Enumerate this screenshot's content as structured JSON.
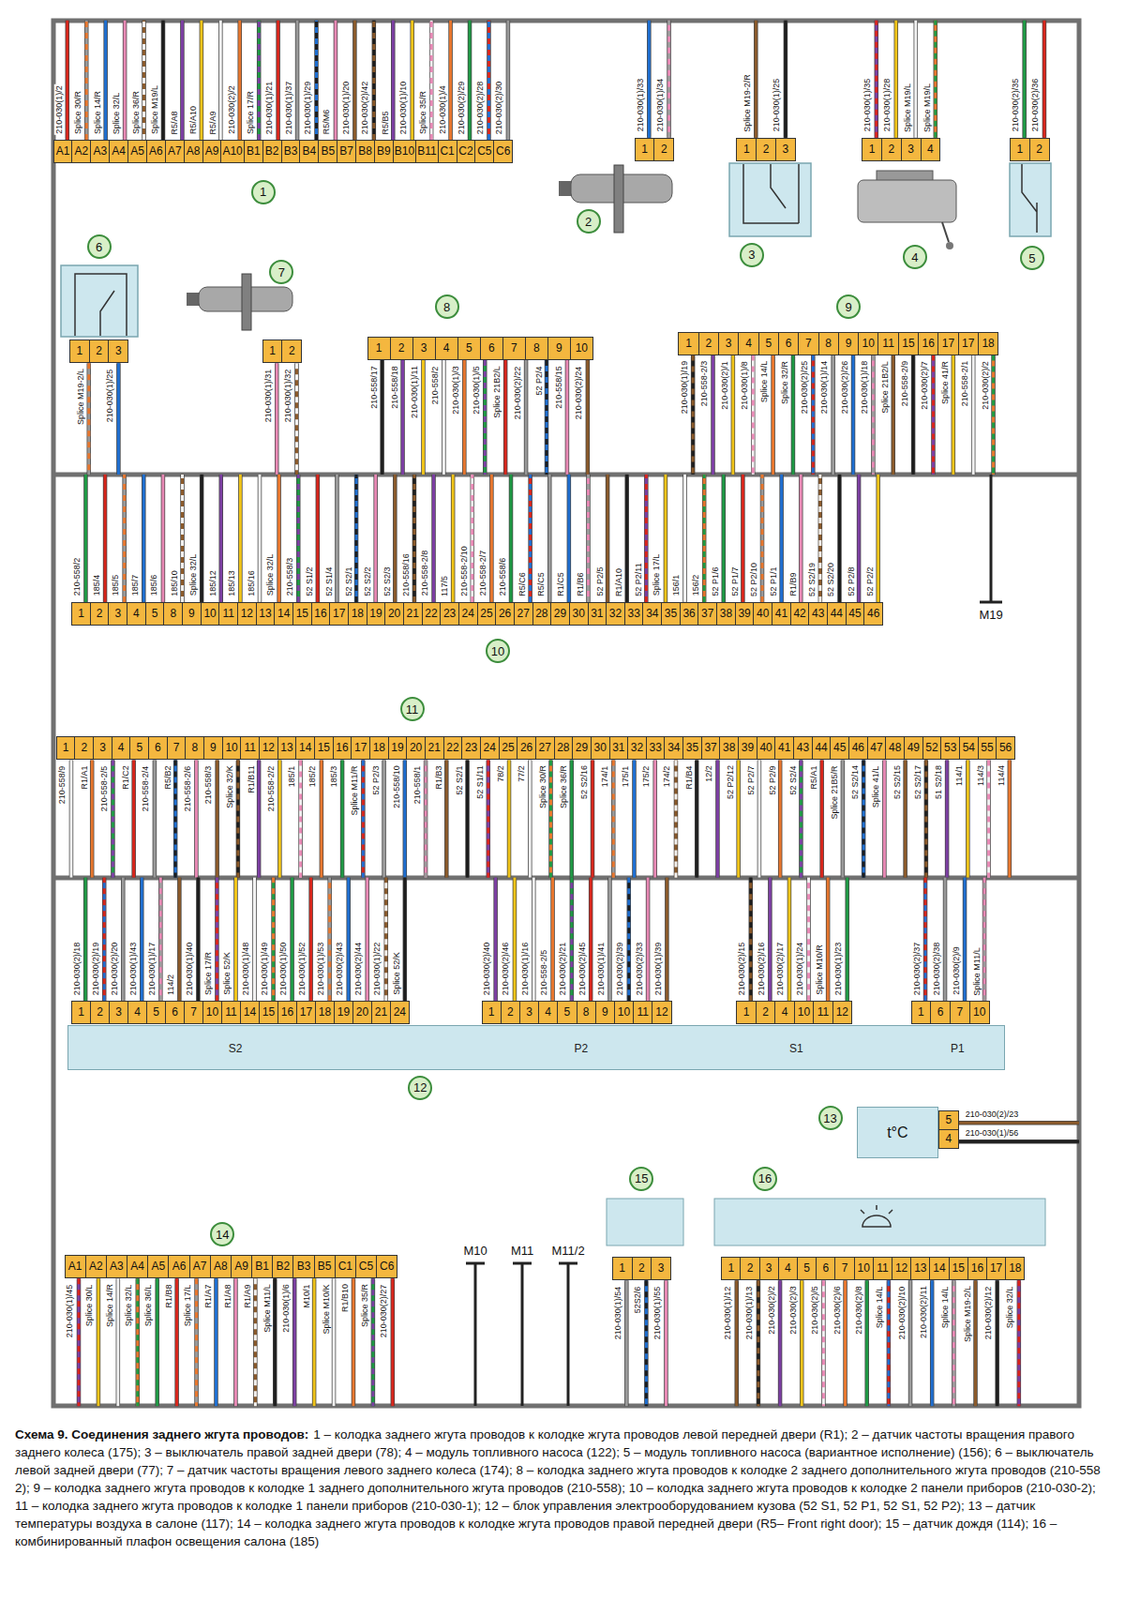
{
  "diagram": {
    "title": "Схема 9. Соединения заднего жгута проводов:",
    "caption": "1 – колодка заднего жгута проводов к колодке жгута проводов левой передней двери (R1); 2 – датчик частоты вращения правого заднего колеса (175); 3 – выключатель правой задней двери (78); 4 – модуль топливного насоса (122); 5 – модуль топливного насоса (вариантное исполнение) (156); 6 – выключатель левой задней двери (77); 7 – датчик частоты вращения левого заднего колеса (174); 8 – колодка заднего жгута проводов к колодке 2 заднего дополнительного жгута проводов (210-558 2); 9 – колодка заднего жгута проводов к колодке 1 заднего дополнительного жгута проводов (210-558); 10 – колодка заднего жгута проводов к колодке 2 панели приборов (210-030-2); 11 – колодка заднего жгута проводов к колодке 1 панели приборов (210-030-1); 12 – блок управления электрооборудованием кузова (52 S1, 52 P1, 52 S1, 52 P2); 13 – датчик температуры воздуха в салоне (117); 14 – колодка заднего жгута проводов к колодке жгута проводов правой передней двери (R5– Front right door); 15 – датчик дождя (114); 16 – комбинированный плафон освещения салона (185)",
    "nodes": [
      {
        "text": [
          "A1",
          "A2",
          "A3",
          "A4",
          "A5",
          "A6",
          "A7",
          "A8",
          "A9",
          "A10",
          "B1",
          "B2",
          "B3",
          "B4",
          "B5",
          "B7",
          "B8",
          "B9",
          "B10",
          "B11",
          "C1",
          "C2",
          "C5",
          "C6"
        ]
      },
      {
        "text": [
          "1"
        ]
      },
      {
        "text": [
          "1",
          "2"
        ]
      },
      {
        "text": [
          "2"
        ]
      },
      {
        "text": [
          "1",
          "2",
          "3"
        ]
      },
      {
        "text": [
          "3"
        ]
      },
      {
        "text": [
          "1",
          "2",
          "3",
          "4"
        ]
      },
      {
        "text": [
          "4"
        ]
      },
      {
        "text": [
          "1",
          "2"
        ]
      },
      {
        "text": [
          "5"
        ]
      },
      {
        "text": [
          "6"
        ]
      },
      {
        "text": [
          "1",
          "2",
          "3"
        ]
      },
      {
        "text": [
          "7"
        ]
      },
      {
        "text": [
          "1",
          "2"
        ]
      },
      {
        "text": [
          "8"
        ]
      },
      {
        "text": [
          "1",
          "2",
          "3",
          "4",
          "5",
          "6",
          "7",
          "8",
          "9",
          "10"
        ]
      },
      {
        "text": [
          "9"
        ]
      },
      {
        "text": [
          "1",
          "2",
          "3",
          "4",
          "5",
          "6",
          "7",
          "8",
          "9",
          "10",
          "11",
          "15",
          "16",
          "17",
          "17",
          "18"
        ]
      },
      {
        "text": [
          "1",
          "2",
          "3",
          "4",
          "5",
          "8",
          "9",
          "10",
          "11",
          "12",
          "13",
          "14",
          "15",
          "16",
          "17",
          "18",
          "19",
          "20",
          "21",
          "22",
          "23",
          "24",
          "25",
          "26",
          "27",
          "28",
          "29",
          "30",
          "31",
          "32",
          "33",
          "34",
          "35",
          "36",
          "37",
          "38",
          "39",
          "40",
          "41",
          "42",
          "43",
          "44",
          "45",
          "46"
        ]
      },
      {
        "text": [
          "10"
        ]
      },
      {
        "text": [
          "11"
        ]
      },
      {
        "text": [
          "1",
          "2",
          "3",
          "4",
          "5",
          "6",
          "7",
          "8",
          "9",
          "10",
          "11",
          "12",
          "13",
          "14",
          "15",
          "16",
          "17",
          "18",
          "19",
          "20",
          "21",
          "22",
          "23",
          "24",
          "25",
          "26",
          "27",
          "28",
          "29",
          "30",
          "31",
          "32",
          "33",
          "34",
          "35",
          "37",
          "38",
          "39",
          "40",
          "41",
          "43",
          "44",
          "45",
          "46",
          "47",
          "48",
          "49",
          "52",
          "53",
          "54",
          "55",
          "56"
        ]
      },
      {
        "text": [
          "S2",
          "P2",
          "S1",
          "P1"
        ]
      },
      {
        "text": [
          "1",
          "2",
          "3",
          "4",
          "5",
          "6",
          "7",
          "10",
          "11",
          "14",
          "15",
          "16",
          "17",
          "18",
          "19",
          "20",
          "21",
          "24"
        ]
      },
      {
        "text": [
          "1",
          "2",
          "3",
          "4",
          "5",
          "8",
          "9",
          "10",
          "11",
          "12"
        ]
      },
      {
        "text": [
          "1",
          "2",
          "4",
          "10",
          "11",
          "12"
        ]
      },
      {
        "text": [
          "1",
          "6",
          "7",
          "10"
        ]
      },
      {
        "text": [
          "12"
        ]
      },
      {
        "text": [
          "13"
        ]
      },
      {
        "text": [
          "t°C"
        ]
      },
      {
        "text": [
          "5",
          "4"
        ]
      },
      {
        "text": [
          "14"
        ]
      },
      {
        "text": [
          "A1",
          "A2",
          "A3",
          "A4",
          "A5",
          "A6",
          "A7",
          "A8",
          "A9",
          "B1",
          "B2",
          "B3",
          "B5",
          "C1",
          "C5",
          "C6"
        ]
      },
      {
        "text": [
          "15"
        ]
      },
      {
        "text": [
          "1",
          "2",
          "3"
        ]
      },
      {
        "text": [
          "16"
        ]
      },
      {
        "text": [
          "1",
          "2",
          "3",
          "4",
          "5",
          "6",
          "7",
          "10",
          "11",
          "12",
          "13",
          "14",
          "15",
          "16",
          "17",
          "18"
        ]
      }
    ],
    "labels": [
      "210-030(1)/2",
      "Splice 30/R",
      "Splice 14/R",
      "Splice 32/L",
      "Splice 36/R",
      "Splice M19/L",
      "R5/A8",
      "R5/A10",
      "R5/A9",
      "210-030(2)/2",
      "Splice 17/R",
      "210-030(1)/21",
      "210-030(1)/37",
      "210-030(1)/29",
      "R5/M6",
      "210-030(1)/20",
      "210-030(2)/42",
      "R5/B5",
      "210-030(1)/10",
      "Splice 35/R",
      "210-030(1)/4",
      "210-030(2)/29",
      "210-030(2)/28",
      "210-030(2)/30",
      "210-030(1)/33",
      "210-030(1)/34",
      "Splice M19-2/R",
      "210-030(1)/25",
      "210-030(1)/35",
      "210-030(1)/28",
      "Splice M19/L",
      "Splice M19/L",
      "210-030(2)/35",
      "210-030(2)/36",
      "Splice M19-2/L",
      "210-030(1)/25",
      "210-030(1)/31",
      "210-030(1)/32",
      "210-558/17",
      "210-558/18",
      "210-030(1)/11",
      "210-558/2",
      "210-030(1)/3",
      "210-030(1)/5",
      "Splice 21B2/L",
      "210-030(2)/22",
      "52 P2/4",
      "210-558/15",
      "210-030(2)/24",
      "210-030(1)/19",
      "210-558-2/3",
      "210-030(2)/1",
      "210-030(1)/8",
      "Splice 14/L",
      "Splice 32/R",
      "210-030(2)/25",
      "210-030(1)/14",
      "210-030(2)/26",
      "210-030(1)/18",
      "Splice 21B2/L",
      "210-558-2/9",
      "210-030(2)/7",
      "Splice 41/R",
      "210-558-2/1",
      "210-030(2)/2",
      "210-558/2",
      "185/4",
      "185/5",
      "185/7",
      "185/6",
      "185/10",
      "Splice 32/L",
      "185/12",
      "185/13",
      "185/16",
      "Splice 32/L",
      "210-558/3",
      "52 S1/2",
      "52 S1/4",
      "52 S2/1",
      "52 S2/2",
      "52 S2/3",
      "210-558/16",
      "210-558-2/8",
      "117/5",
      "210-558-2/10",
      "210-558-2/7",
      "210-558/6",
      "R5/C6",
      "R5/C5",
      "R1/C5",
      "R1/B6",
      "52 P2/5",
      "R1/A10",
      "52 P2/11",
      "Splice 17/L",
      "156/1",
      "156/2",
      "52 P1/6",
      "52 P1/7",
      "52 P2/10",
      "52 P1/1",
      "R1/B9",
      "52 S2/19",
      "52 S2/20",
      "52 P2/8",
      "52 P2/2",
      "210-558/9",
      "R1/A1",
      "210-558-2/5",
      "R1/C2",
      "210-558-2/4",
      "R5/B2",
      "210-558-2/6",
      "210-558/3",
      "Splice 32/K",
      "R1/B11",
      "210-558-2/2",
      "185/1",
      "185/2",
      "185/3",
      "Splice M11/R",
      "52 P2/3",
      "210-558/10",
      "210-558/1",
      "R1/B3",
      "52 S2/1",
      "52 S1/11",
      "78/2",
      "77/2",
      "Splice 30/R",
      "Splice 36/R",
      "52 S2/16",
      "174/1",
      "175/1",
      "175/2",
      "174/2",
      "R1/B4",
      "12/2",
      "52 P2/12",
      "52 P2/7",
      "52 P2/9",
      "52 S2/4",
      "R5/A1",
      "Splice 21B5/R",
      "52 S2/14",
      "Splice 41/L",
      "52 S2/15",
      "52 S2/17",
      "51 S2/18",
      "114/1",
      "114/3",
      "114/4",
      "210-030(2)/18",
      "210-030(2)/19",
      "210-030(2)/20",
      "210-030(1)/43",
      "210-030(1)/17",
      "114/2",
      "210-030(1)/40",
      "Splice 17/R",
      "Splice 52/K",
      "210-030(1)/48",
      "210-030(1)/49",
      "210-030(1)/50",
      "210-030(1)/52",
      "210-030(1)/53",
      "210-030(2)/43",
      "210-030(2)/44",
      "210-030(1)/22",
      "Splice 52/K",
      "210-030(2)/40",
      "210-030(2)/46",
      "210-030(1)/16",
      "210-558-2/5",
      "210-030(2)/21",
      "210-030(2)/45",
      "210-030(1)/41",
      "210-030(2)/39",
      "210-030(2)/33",
      "210-030(1)/39",
      "210-030(2)/15",
      "210-030(2)/16",
      "210-030(2)/17",
      "210-030(1)/24",
      "Splice M10/R",
      "210-030(1)/23",
      "210-030(2)/37",
      "210-030(2)/38",
      "210-030(2)/9",
      "Splice M11/L",
      "210-030(2)/23",
      "210-030(1)/56",
      "210-030(1)/45",
      "Splice 30/L",
      "Splice 14/R",
      "Splice 32/L",
      "Splice 36/L",
      "R1/B8",
      "Splice 17/L",
      "R1/A7",
      "R1/A8",
      "R1/A9",
      "Splice M11/L",
      "210-030(1)/6",
      "M10/1",
      "Splice M10/K",
      "R1/B10",
      "Splice 35/R",
      "210-030(2)/27",
      "210-030(1)/54",
      "52S2/6",
      "210-030(1)/55",
      "210-030(1)/12",
      "210-030(1)/13",
      "210-030(2)/2",
      "210-030(2)/3",
      "210-030(2)/5",
      "210-030(2)/6",
      "210-030(2)/8",
      "Splice 14/L",
      "210-030(2)/10",
      "210-030(2)/11",
      "Splice 14/L",
      "Splice M19-2/L",
      "210-030(2)/12",
      "Splice 32/L",
      "M19",
      "M10",
      "M11",
      "M11/2"
    ]
  }
}
